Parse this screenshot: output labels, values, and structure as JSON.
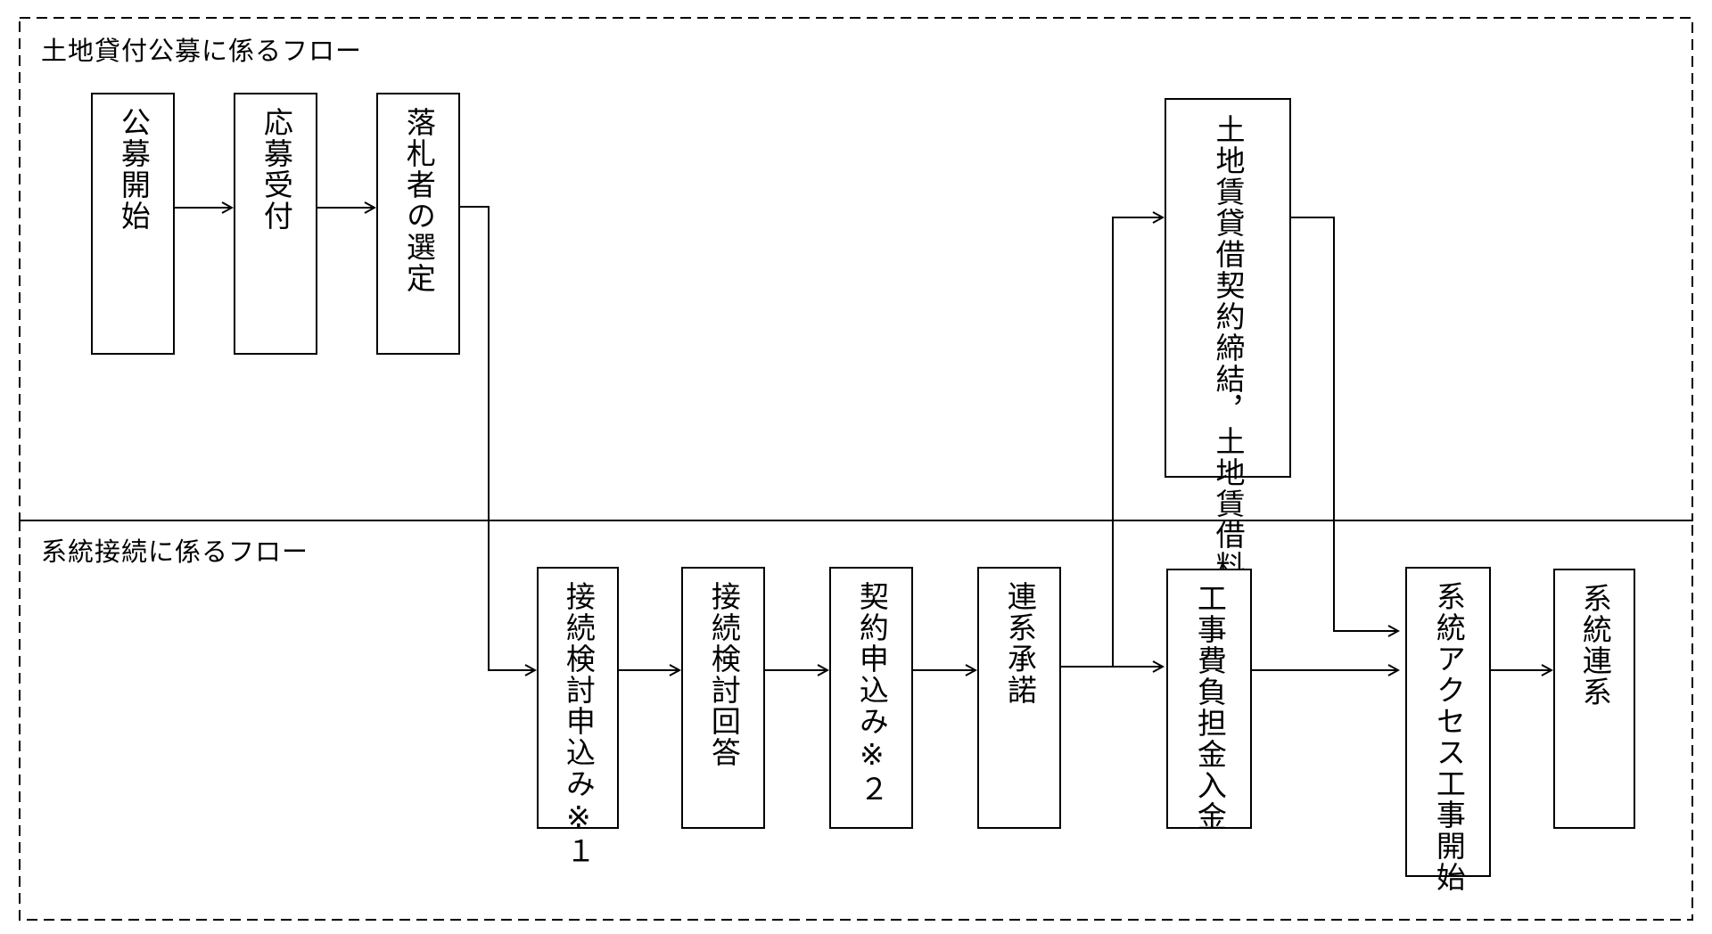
{
  "lanes": {
    "top_title": "土地貸付公募に係るフロー",
    "bottom_title": "系統接続に係るフロー"
  },
  "boxes": {
    "koubo_kaishi": "公募開始",
    "oubo_uketsuke": "応募受付",
    "rakusatsusha": "落札者の選定",
    "tochi_keiyaku": "土地賃貸借契約締結，土地賃借料・保証金入金",
    "setsuzoku_moushikomi": "接続検討申込み※１",
    "setsuzoku_kaitou": "接続検討回答",
    "keiyaku_moushikomi": "契約申込み※２",
    "renkei_shoudaku": "連系承諾",
    "kouji_futankin": "工事費負担金入金",
    "access_kouji": "系統アクセス工事開始",
    "keitou_renkei": "系統連系"
  }
}
